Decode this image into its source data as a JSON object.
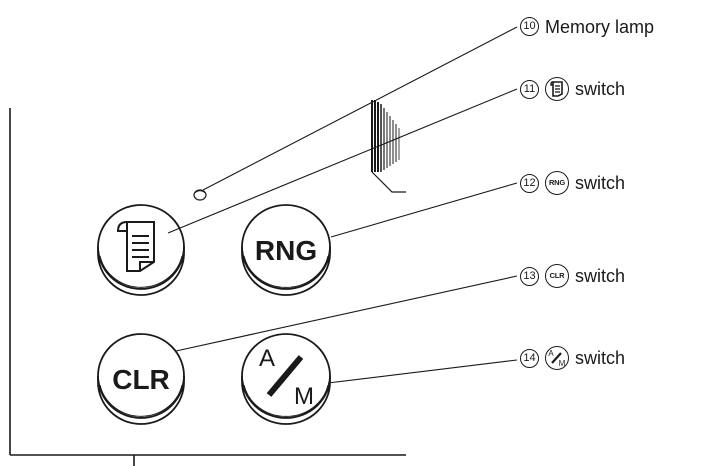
{
  "callouts": {
    "memory_lamp": {
      "number": "10",
      "label": "Memory lamp"
    },
    "print_switch": {
      "number": "11",
      "label": "switch"
    },
    "rng_switch": {
      "number": "12",
      "label": "switch",
      "icon_text": "RNG"
    },
    "clr_switch": {
      "number": "13",
      "label": "switch",
      "icon_text": "CLR"
    },
    "am_switch": {
      "number": "14",
      "label": "switch",
      "icon_top": "A",
      "icon_bottom": "M"
    }
  },
  "buttons": {
    "rng": {
      "text": "RNG"
    },
    "clr": {
      "text": "CLR"
    },
    "am": {
      "top": "A",
      "bottom": "M"
    }
  },
  "icons": {
    "print": "print-receipt-icon",
    "memory_lamp": "lamp-icon"
  }
}
